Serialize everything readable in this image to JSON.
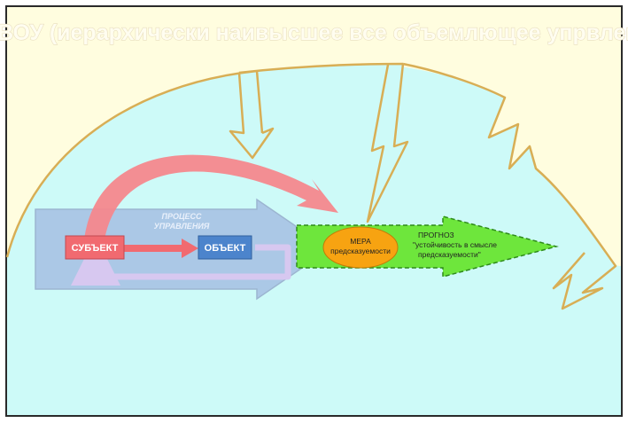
{
  "title": "ИНВОУ (иерархически наивысшее все объемлющее упрвление)",
  "process_label": [
    "ПРОЦЕСС",
    "УПРАВЛЕНИЯ"
  ],
  "subject_label": "СУБЪЕКТ",
  "object_label": "ОБЪЕКТ",
  "measure_label": [
    "МЕРА",
    "предсказуемости"
  ],
  "forecast_label": [
    "ПРОГНОЗ",
    "\"устойчивость в смысле",
    "предсказуемости\""
  ],
  "colors": {
    "background": "#fffddf",
    "dome": "#cdfaf8",
    "dome_edge": "#d8ae55",
    "process_arrow": "#aac6e6",
    "subject": "#f16a70",
    "object": "#4c84cc",
    "feedback": "#d7c8f0",
    "measure": "#f7a311",
    "forecast": "#6ee63c"
  }
}
